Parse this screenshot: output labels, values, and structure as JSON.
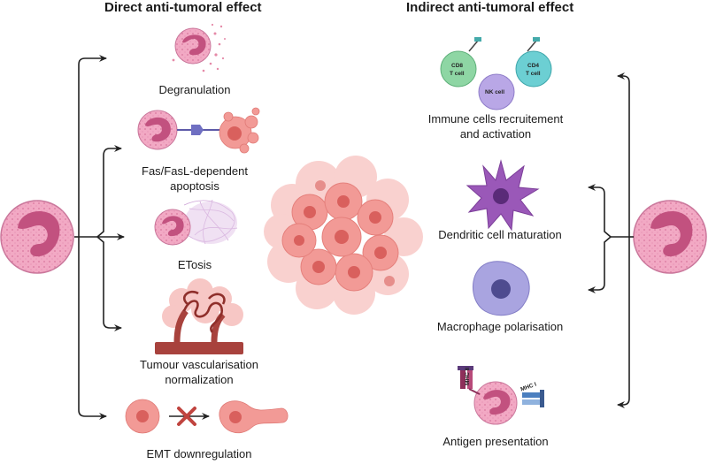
{
  "headings": {
    "direct": "Direct anti-tumoral effect",
    "indirect": "Indirect anti-tumoral effect"
  },
  "direct_effects": {
    "degranulation": "Degranulation",
    "fas_line1": "Fas/FasL-dependent",
    "fas_line2": "apoptosis",
    "etosis": "ETosis",
    "vasc_line1": "Tumour vascularisation",
    "vasc_line2": "normalization",
    "emt": "EMT downregulation"
  },
  "indirect_effects": {
    "immune_line1": "Immune cells recruitement",
    "immune_line2": "and activation",
    "dendritic": "Dendritic cell maturation",
    "macrophage": "Macrophage polarisation",
    "antigen": "Antigen presentation"
  },
  "cell_labels": {
    "cd8_a": "CD8",
    "cd8_b": "T cell",
    "cd4_a": "CD4",
    "cd4_b": "T cell",
    "nk": "NK cell",
    "mhc2": "MHC II",
    "mhc1": "MHC I"
  },
  "colors": {
    "neutrophil_fill": "#f2a9c4",
    "neutrophil_nucleus": "#c2517f",
    "tumor_fill": "#f29a96",
    "tumor_nucleus": "#d9605d",
    "dendritic": "#9a58b8",
    "macrophage": "#a9a4e0",
    "vessel": "#a8423d",
    "cd8": "#8ed6a4",
    "cd4": "#6ccfd3",
    "nk": "#b9a7e6"
  }
}
